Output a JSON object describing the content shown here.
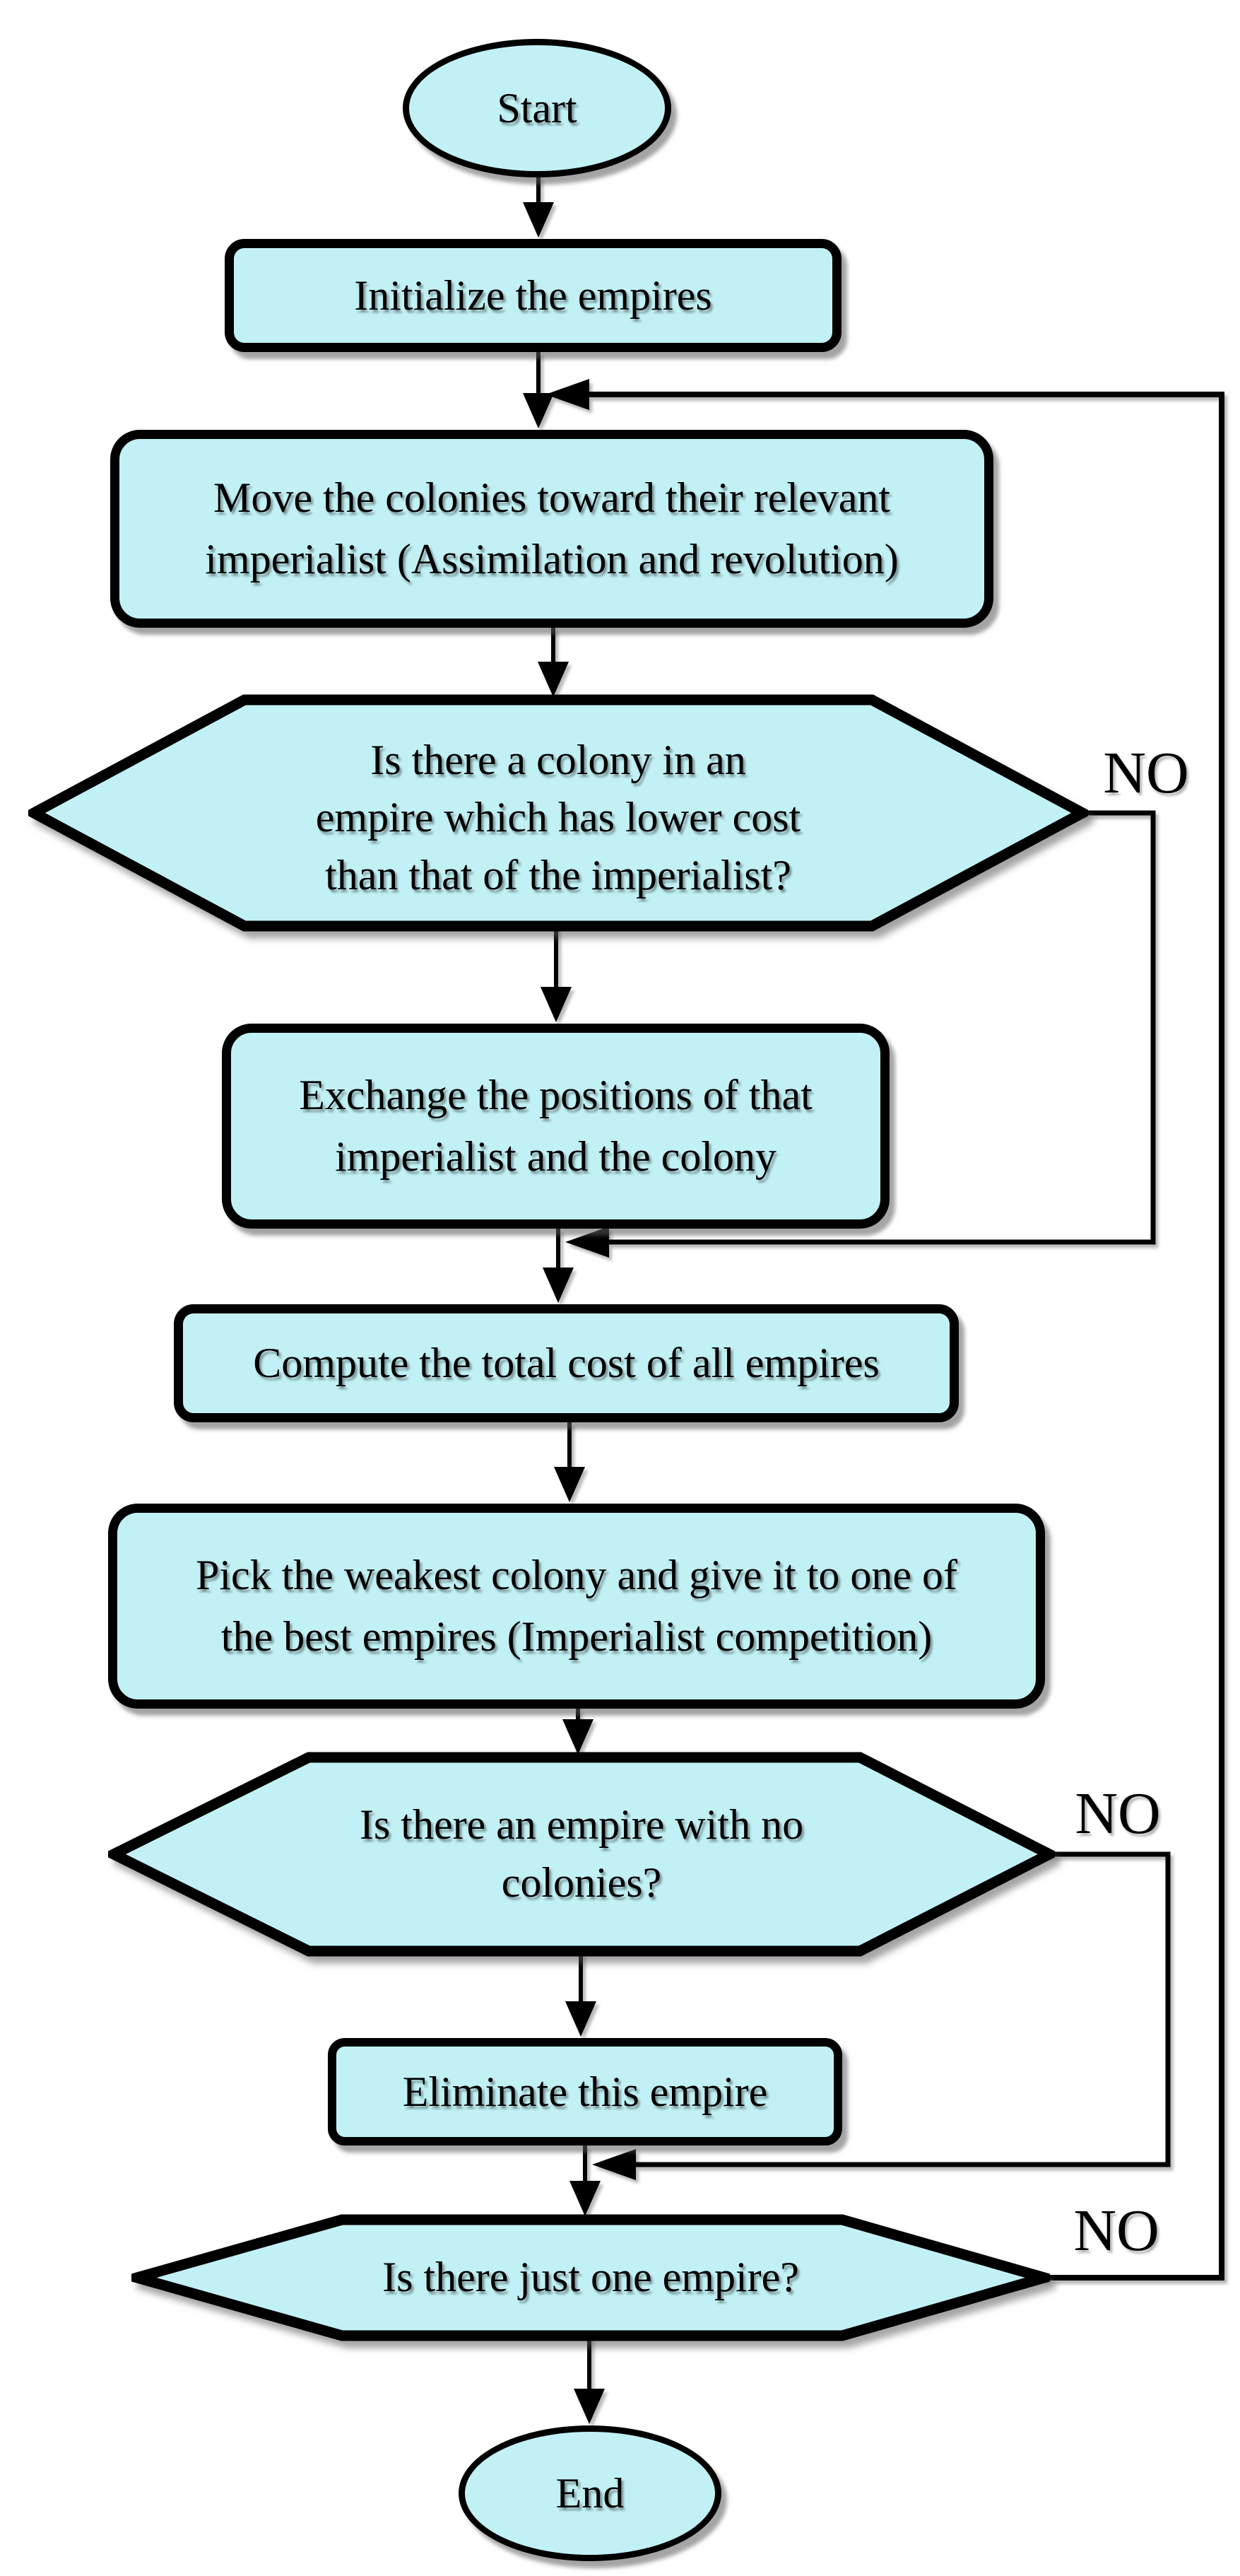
{
  "colors": {
    "node_fill": "#C2F1F5",
    "node_border": "#000000",
    "connector": "#000000",
    "background": "#FFFFFF",
    "text": "#000000"
  },
  "nodes": {
    "start": {
      "type": "terminator",
      "label": "Start"
    },
    "init": {
      "type": "process",
      "label": "Initialize the empires"
    },
    "move": {
      "type": "process",
      "lines": [
        "Move the colonies toward their relevant",
        "imperialist (Assimilation and revolution)"
      ]
    },
    "colony_lower_cost": {
      "type": "decision",
      "lines": [
        "Is there a colony in an",
        "empire which has lower cost",
        "than that of the imperialist?"
      ]
    },
    "exchange": {
      "type": "process",
      "lines": [
        "Exchange the positions of that",
        "imperialist and the colony"
      ]
    },
    "compute": {
      "type": "process",
      "label": "Compute the total cost of all empires"
    },
    "pick": {
      "type": "process",
      "lines": [
        "Pick the weakest colony and give it to one of",
        "the best empires (Imperialist competition)"
      ]
    },
    "empire_no_colonies": {
      "type": "decision",
      "lines": [
        "Is there an empire with no",
        "colonies?"
      ]
    },
    "eliminate": {
      "type": "process",
      "label": "Eliminate this empire"
    },
    "one_empire": {
      "type": "decision",
      "label": "Is there just one empire?"
    },
    "end": {
      "type": "terminator",
      "label": "End"
    }
  },
  "branches": {
    "colony_lower_cost_no": {
      "label": "NO"
    },
    "empire_no_colonies_no": {
      "label": "NO"
    },
    "one_empire_no": {
      "label": "NO"
    }
  }
}
